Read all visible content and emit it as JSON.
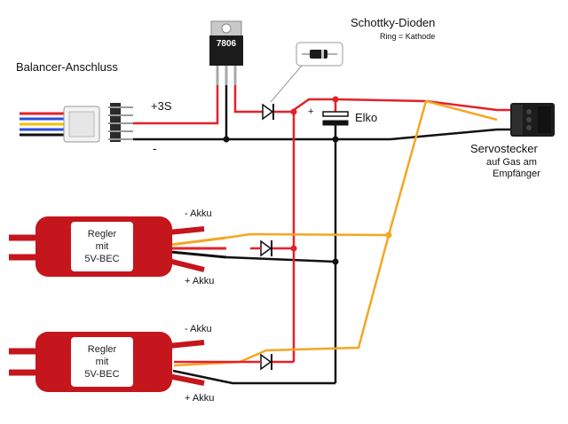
{
  "labels": {
    "balancer": "Balancer-Anschluss",
    "plus3s": "+3S",
    "minus": "-",
    "regulator_chip": "7806",
    "schottky_title": "Schottky-Dioden",
    "schottky_sub": "Ring = Kathode",
    "elko": "Elko",
    "elko_plus": "+",
    "servo_title": "Servostecker",
    "servo_sub1": "auf Gas am",
    "servo_sub2": "Empfänger"
  },
  "escs": [
    {
      "label_line1": "Regler",
      "label_line2": "mit",
      "label_line3": "5V-BEC",
      "minus_akku": "- Akku",
      "plus_akku": "+ Akku"
    },
    {
      "label_line1": "Regler",
      "label_line2": "mit",
      "label_line3": "5V-BEC",
      "minus_akku": "- Akku",
      "plus_akku": "+ Akku"
    }
  ],
  "colors": {
    "wire_red": "#e3212b",
    "wire_black": "#111111",
    "wire_orange": "#f5a623",
    "esc_body": "#c4161c",
    "balancer_blue": "#2b4fd8",
    "balancer_yellow": "#f2c200"
  }
}
